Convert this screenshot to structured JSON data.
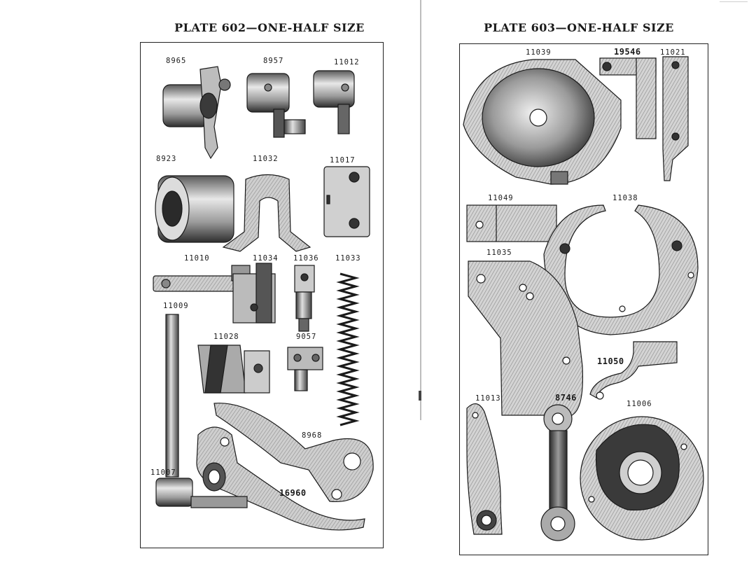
{
  "plates": [
    {
      "title": "PLATE 602—ONE-HALF SIZE",
      "parts": [
        "8965",
        "8957",
        "11012",
        "8923",
        "11032",
        "11017",
        "11010",
        "11034",
        "11036",
        "11033",
        "11009",
        "11028",
        "9057",
        "8968",
        "11007",
        "16960"
      ]
    },
    {
      "title": "PLATE 603—ONE-HALF SIZE",
      "parts": [
        "11039",
        "19546",
        "11021",
        "11049",
        "11038",
        "11035",
        "11050",
        "11013",
        "8746",
        "11006"
      ]
    }
  ],
  "colors": {
    "ink": "#1a1a1a",
    "metal_dark": "#3a3a3a",
    "metal_mid": "#8a8a8a",
    "metal_light": "#d6d6d6",
    "paper": "#ffffff"
  }
}
